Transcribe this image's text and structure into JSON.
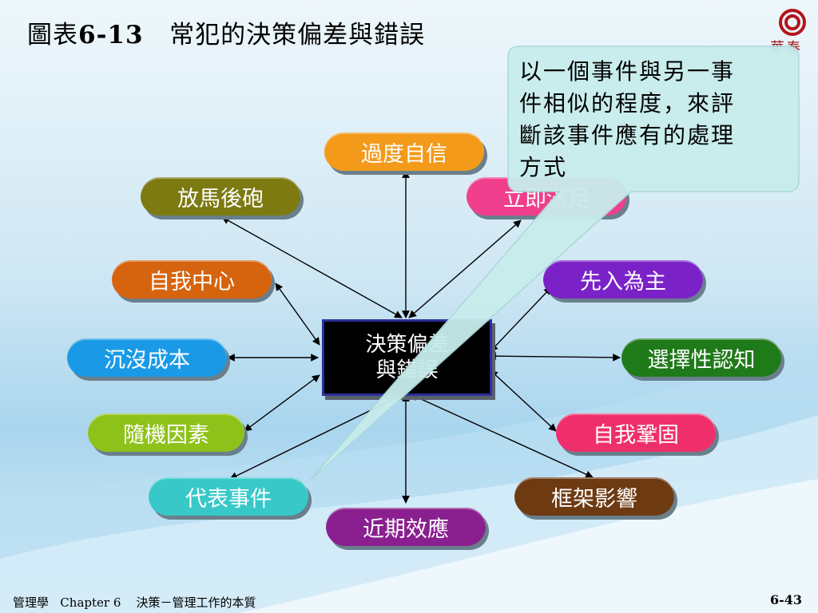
{
  "title": {
    "prefix": "圖表",
    "number": "6-13",
    "text": "常犯的決策偏差與錯誤"
  },
  "logo": {
    "text": "華泰"
  },
  "center": {
    "line1": "決策偏差",
    "line2": "與錯誤"
  },
  "nodes": {
    "overconfidence": "過度自信",
    "hindsight": "放馬後砲",
    "immediate": "立即滿足",
    "self_serving": "自我中心",
    "anchoring": "先入為主",
    "sunk_costs": "沉沒成本",
    "selective_perception": "選擇性認知",
    "randomness": "隨機因素",
    "escalation": "自我鞏固",
    "representation": "代表事件",
    "framing": "框架影響",
    "availability": "近期效應"
  },
  "callout": {
    "line1": "以一個事件與另一事",
    "line2": "件相似的程度，來評",
    "line3": "斷該事件應有的處理",
    "line4": "方式"
  },
  "footer": {
    "text": "管理學   Chapter 6    決策－管理工作的本質",
    "page": "6-43"
  },
  "colors": {
    "overconfidence": "#f39a1a",
    "hindsight": "#7d7a12",
    "immediate": "#f03f8c",
    "self_serving": "#d6640e",
    "anchoring": "#7a22c8",
    "sunk_costs": "#1a9ae6",
    "selective_perception": "#1f7a1a",
    "randomness": "#8ec21a",
    "escalation": "#ef2f6b",
    "representation": "#38c8c8",
    "framing": "#6e3a12",
    "availability": "#8a1f8f",
    "callout_fill": "#c8ecec"
  }
}
